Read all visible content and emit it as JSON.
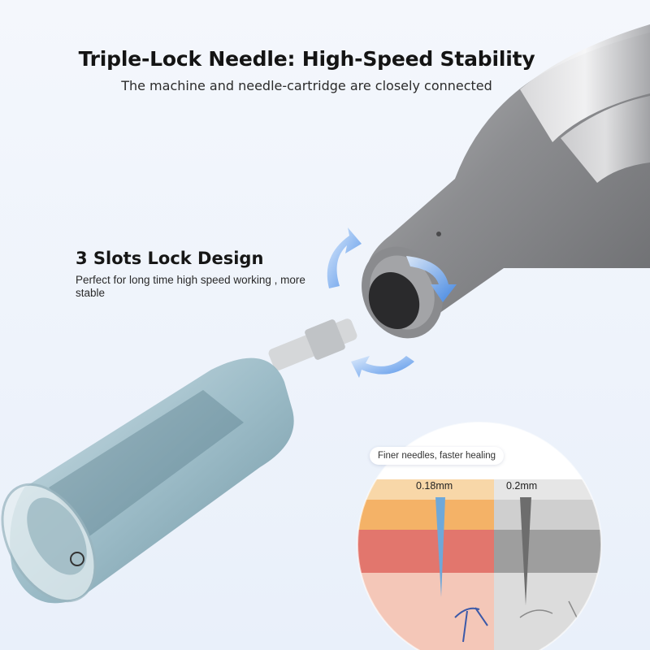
{
  "header": {
    "title": "Triple-Lock Needle: High-Speed Stability",
    "subtitle": "The machine and needle-cartridge are closely connected"
  },
  "feature": {
    "title": "3 Slots Lock Design",
    "description": "Perfect for long time high speed working , more stable"
  },
  "inset": {
    "callout": "Finer needles, faster healing",
    "needle_left_label": "0.18mm",
    "needle_right_label": "0.2mm"
  },
  "icons": {
    "rotation_arrows": "curved-arrow-icon",
    "needle": "needle-icon"
  },
  "colors": {
    "arrow_blue": "#3f86e6",
    "skin_orange": "#f4b267",
    "skin_red": "#e2766d",
    "pen_silver": "#9a9a9c"
  }
}
